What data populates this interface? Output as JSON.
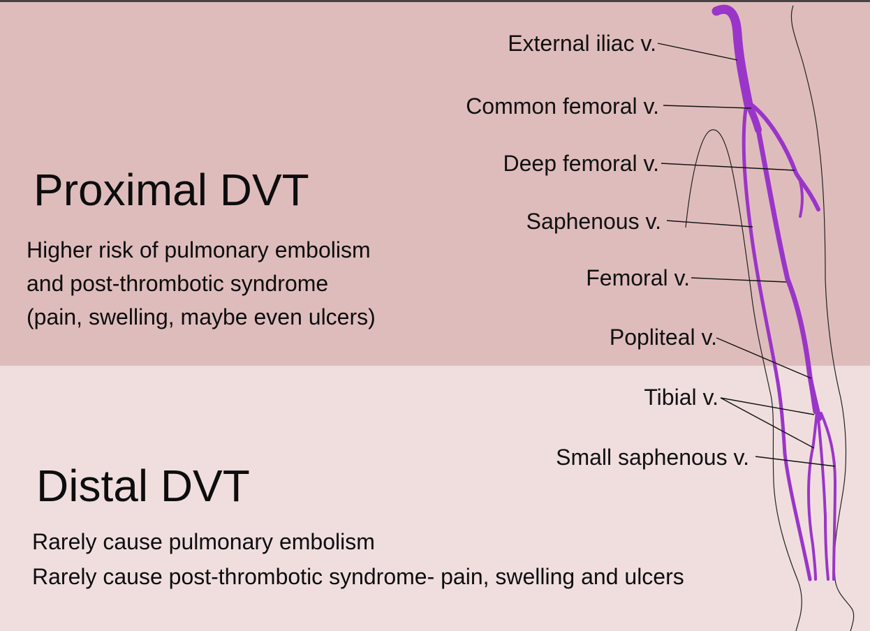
{
  "proximal": {
    "title": "Proximal DVT",
    "lines": [
      "Higher risk of pulmonary embolism",
      "and post-thrombotic syndrome",
      "(pain, swelling, maybe even ulcers)"
    ]
  },
  "distal": {
    "title": "Distal DVT",
    "lines": [
      "Rarely cause pulmonary embolism",
      "Rarely cause post-thrombotic syndrome- pain, swelling and ulcers"
    ]
  },
  "diagram": {
    "labels": {
      "external_iliac": "External iliac v.",
      "common_femoral": "Common femoral v.",
      "deep_femoral": "Deep femoral v.",
      "saphenous": "Saphenous v.",
      "femoral": "Femoral v.",
      "popliteal": "Popliteal v.",
      "tibial": "Tibial v.",
      "small_saphenous": "Small saphenous v."
    },
    "colors": {
      "proximal_band": "#dfbcbc",
      "distal_band": "#f0dede",
      "vein": "#9a35c9"
    }
  }
}
